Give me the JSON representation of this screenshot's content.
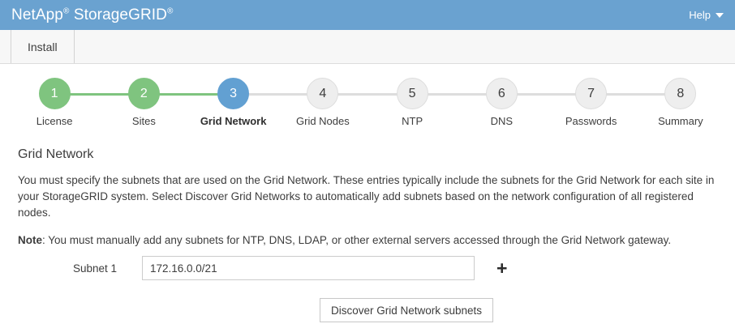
{
  "header": {
    "brand_name": "NetApp",
    "brand_sup_1": "®",
    "brand_product": " StorageGRID",
    "brand_sup_2": "®",
    "help_label": "Help",
    "caret_icon": "chevron-down-icon",
    "bar_color": "#6aa2d0"
  },
  "tabs": [
    {
      "label": "Install",
      "active": true
    }
  ],
  "stepper": {
    "colors": {
      "done": "#7fc47f",
      "current": "#62a0d2",
      "pending": "#eeeeee",
      "connector_pending": "#dddddd"
    },
    "steps": [
      {
        "number": "1",
        "label": "License",
        "state": "done"
      },
      {
        "number": "2",
        "label": "Sites",
        "state": "done"
      },
      {
        "number": "3",
        "label": "Grid Network",
        "state": "current"
      },
      {
        "number": "4",
        "label": "Grid Nodes",
        "state": "pending"
      },
      {
        "number": "5",
        "label": "NTP",
        "state": "pending"
      },
      {
        "number": "6",
        "label": "DNS",
        "state": "pending"
      },
      {
        "number": "7",
        "label": "Passwords",
        "state": "pending"
      },
      {
        "number": "8",
        "label": "Summary",
        "state": "pending"
      }
    ]
  },
  "main": {
    "section_title": "Grid Network",
    "description": "You must specify the subnets that are used on the Grid Network. These entries typically include the subnets for the Grid Network for each site in your StorageGRID system. Select Discover Grid Networks to automatically add subnets based on the network configuration of all registered nodes.",
    "note_label": "Note",
    "note_text": ": You must manually add any subnets for NTP, DNS, LDAP, or other external servers accessed through the Grid Network gateway.",
    "form": {
      "subnet_label": "Subnet 1",
      "subnet_value": "172.16.0.0/21",
      "subnet_placeholder": "",
      "add_icon": "+"
    },
    "discover_button_label": "Discover Grid Network subnets"
  }
}
